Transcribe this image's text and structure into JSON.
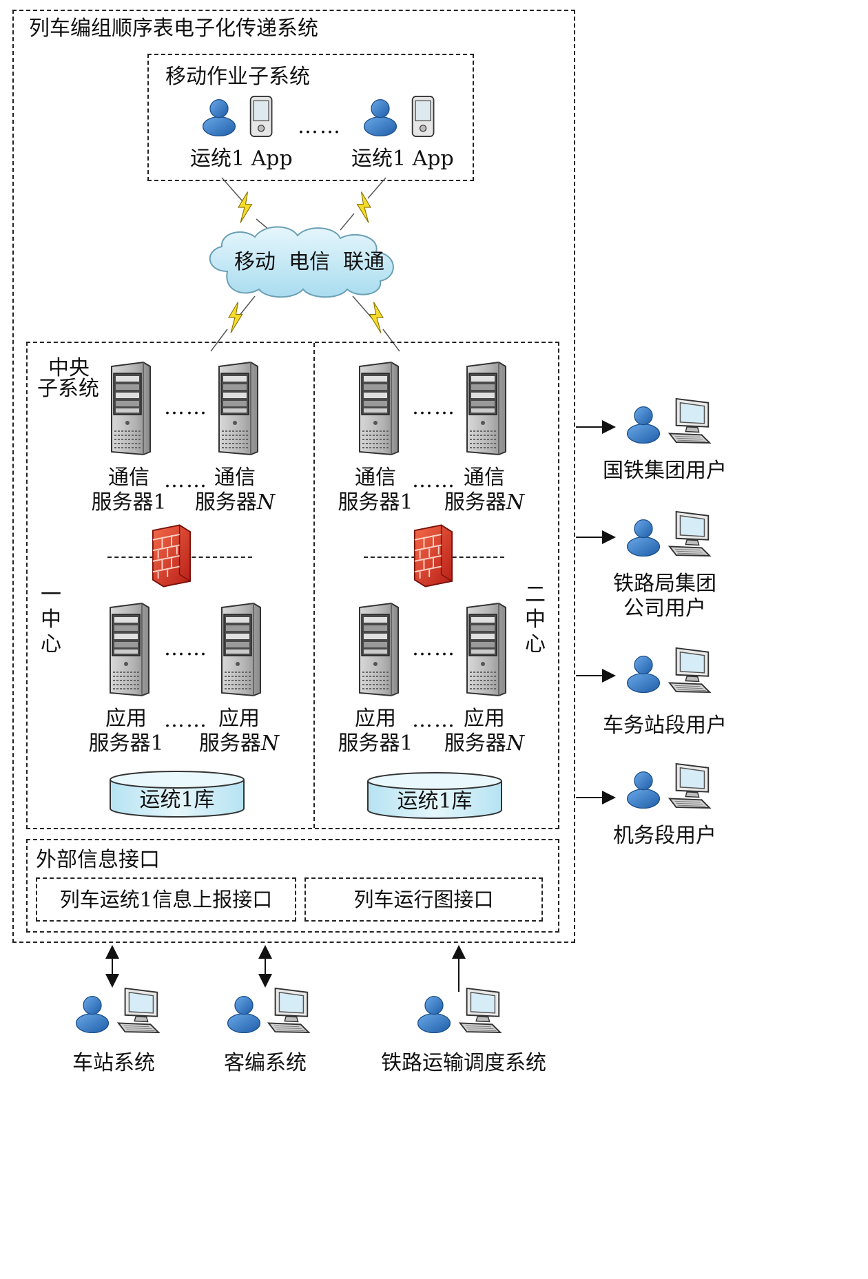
{
  "system": {
    "title": "列车编组顺序表电子化传递系统"
  },
  "mobile": {
    "title": "移动作业子系统",
    "app_label_1": "运统1 App",
    "app_label_2": "运统1 App",
    "ellipsis": "……"
  },
  "network": {
    "label": "移动  电信  联通"
  },
  "central": {
    "title_line1": "中央",
    "title_line2": "子系统",
    "center1": {
      "name": "一中心",
      "comm_label_1": [
        "通信",
        "服务器1"
      ],
      "comm_label_n": [
        "通信",
        "服务器N"
      ],
      "app_label_1": [
        "应用",
        "服务器1"
      ],
      "app_label_n": [
        "应用",
        "服务器N"
      ],
      "db_label": "运统1库"
    },
    "center2": {
      "name": "二中心",
      "comm_label_1": [
        "通信",
        "服务器1"
      ],
      "comm_label_n": [
        "通信",
        "服务器N"
      ],
      "app_label_1": [
        "应用",
        "服务器1"
      ],
      "app_label_n": [
        "应用",
        "服务器N"
      ],
      "db_label": "运统1库"
    },
    "ellipsis": "……"
  },
  "external": {
    "title": "外部信息接口",
    "iface_1": "列车运统1信息上报接口",
    "iface_2": "列车运行图接口"
  },
  "right_users": [
    {
      "line1": "国铁集团用户",
      "line2": ""
    },
    {
      "line1": "铁路局集团",
      "line2": "公司用户"
    },
    {
      "line1": "车务站段用户",
      "line2": ""
    },
    {
      "line1": "机务段用户",
      "line2": ""
    }
  ],
  "bottom_systems": [
    {
      "label": "车站系统",
      "arrow": "both"
    },
    {
      "label": "客编系统",
      "arrow": "both"
    },
    {
      "label": "铁路运输调度系统",
      "arrow": "up"
    }
  ],
  "colors": {
    "user_blue": "#2f6fb5",
    "cloud_fill": "#bfe6f5",
    "db_fill": "#c9ecf6",
    "firewall_red": "#d9342a",
    "lightning": "#f2d21a"
  }
}
